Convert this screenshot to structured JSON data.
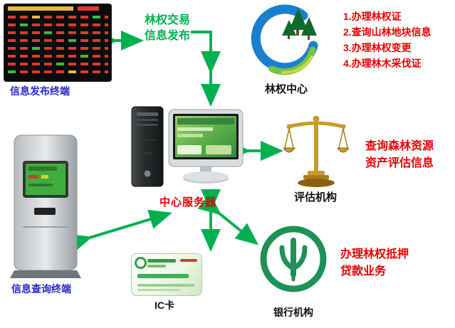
{
  "colors": {
    "arrow_green": "#00b050",
    "note_red": "#e60000",
    "label_blue": "#2626cc",
    "label_black": "#111111",
    "server_label_red": "#e60000"
  },
  "ticker": {
    "label": "信息发布终端"
  },
  "publish_note": {
    "line1": "林权交易",
    "line2": "信息发布"
  },
  "forest_center": {
    "label": "林权中心",
    "services": [
      "1.办理林权证",
      "2.查询山林地块信息",
      "3.办理林权变更",
      "4.办理林木采伐证"
    ]
  },
  "server": {
    "label": "中心服务器"
  },
  "assessor": {
    "label": "评估机构",
    "note": {
      "line1": "查询森林资源",
      "line2": "资产评估信息"
    }
  },
  "kiosk": {
    "label": "信息查询终端"
  },
  "ic_card": {
    "label": "IC卡"
  },
  "bank": {
    "label": "银行机构",
    "note": {
      "line1": "办理林权抵押",
      "line2": "贷款业务"
    }
  },
  "connections": [
    {
      "from": "中心服务器",
      "to": "信息发布终端"
    },
    {
      "from": "中心服务器",
      "to": "林权中心"
    },
    {
      "from": "中心服务器",
      "to": "评估机构"
    },
    {
      "from": "中心服务器",
      "to": "信息查询终端"
    },
    {
      "from": "中心服务器",
      "to": "IC卡"
    },
    {
      "from": "中心服务器",
      "to": "银行机构"
    }
  ]
}
